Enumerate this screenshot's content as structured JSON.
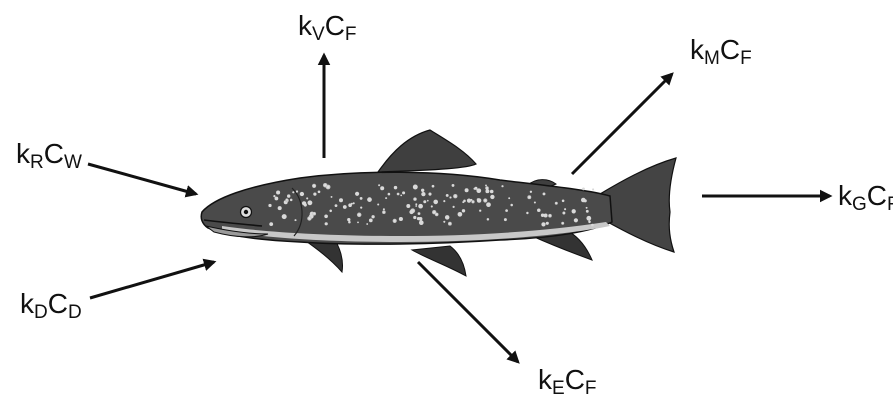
{
  "colors": {
    "ink": "#111111",
    "body_dark": "#454545",
    "belly": "#bdbdbd",
    "spots": "#dcdcdc"
  },
  "icons": {
    "fish": "trout-illustration"
  },
  "fluxes": {
    "respiration_uptake": {
      "k": "k",
      "k_sub": "R",
      "c": "C",
      "c_sub": "W"
    },
    "dietary_uptake": {
      "k": "k",
      "k_sub": "D",
      "c": "C",
      "c_sub": "D"
    },
    "ventilation_loss": {
      "k": "k",
      "k_sub": "V",
      "c": "C",
      "c_sub": "F"
    },
    "metabolism_loss": {
      "k": "k",
      "k_sub": "M",
      "c": "C",
      "c_sub": "F"
    },
    "growth_dilution": {
      "k": "k",
      "k_sub": "G",
      "c": "C",
      "c_sub": "F"
    },
    "egestion_loss": {
      "k": "k",
      "k_sub": "E",
      "c": "C",
      "c_sub": "F"
    }
  }
}
